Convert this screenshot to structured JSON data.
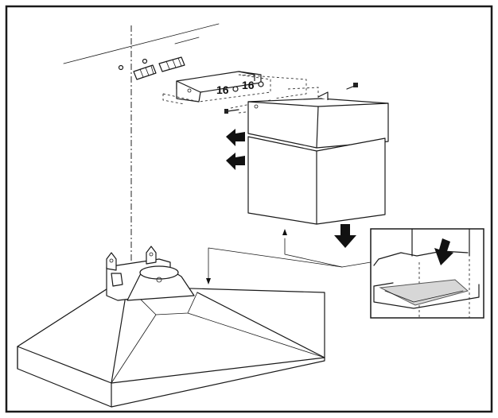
{
  "labels": {
    "screw_size_left": "16",
    "screw_size_right": "16"
  },
  "colors": {
    "line": "#1a1a1a",
    "filter_fill": "#d7d7d7",
    "arrow": "#111111",
    "background": "#ffffff"
  },
  "icons": {
    "direction_arrows": "block-arrow",
    "screws": "screw",
    "wall_plugs": "wall-plug"
  }
}
